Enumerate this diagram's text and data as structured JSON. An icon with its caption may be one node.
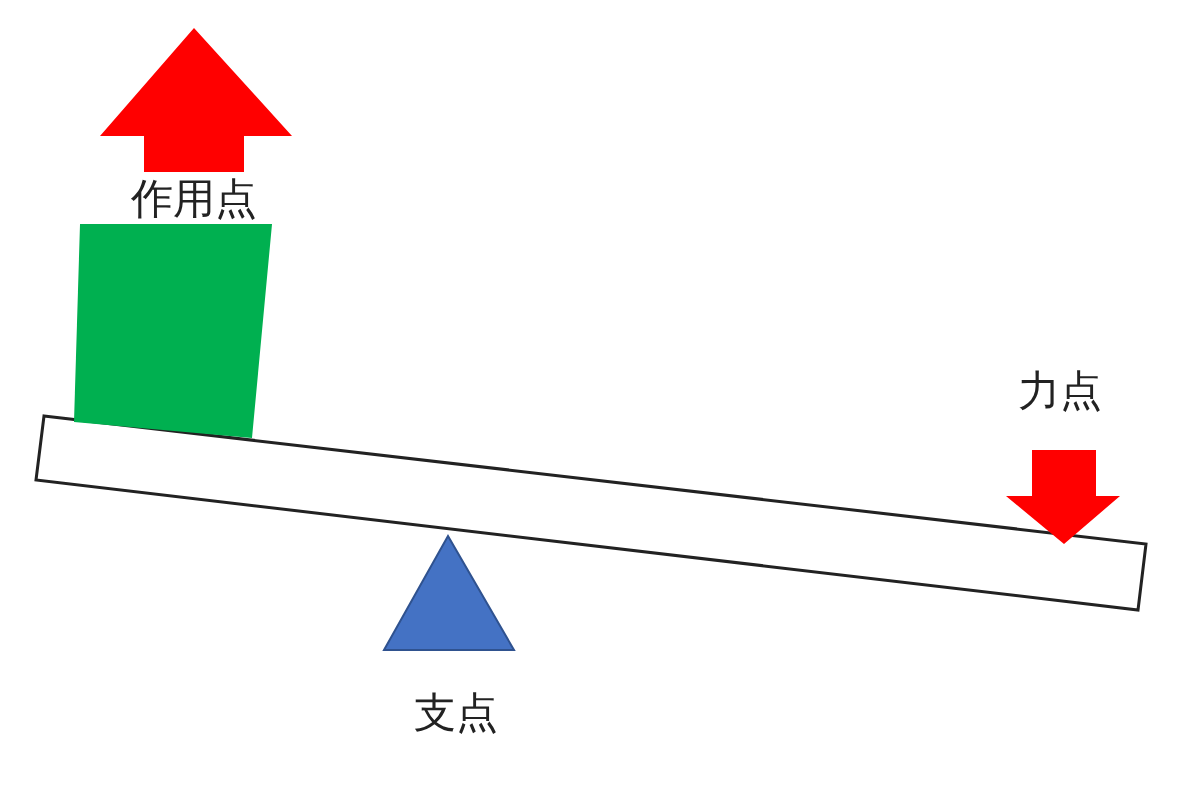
{
  "diagram": {
    "labels": [
      "作用点",
      "力点",
      "支点"
    ]
  }
}
